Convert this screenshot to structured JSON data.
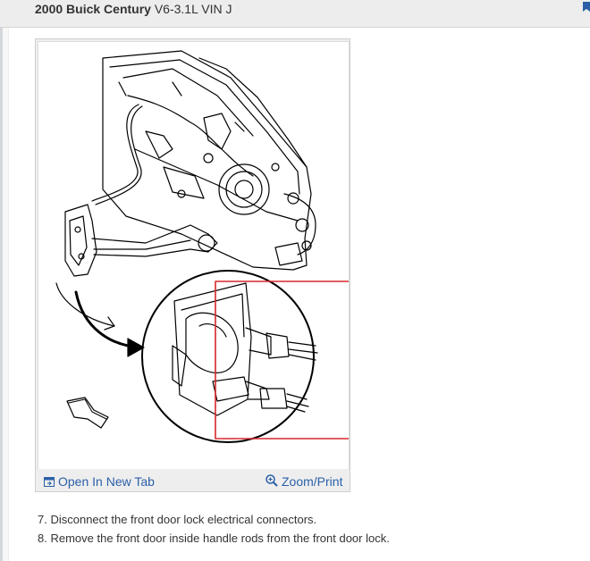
{
  "header": {
    "title_bold": "2000 Buick Century",
    "title_rest": "V6-3.1L VIN J",
    "bookmark_icon": "bookmark-icon"
  },
  "figure": {
    "image_description_icon": "door-lock-diagram",
    "open_tab_label": "Open In New Tab",
    "open_tab_icon": "open-in-new-tab-icon",
    "zoom_label": "Zoom/Print",
    "zoom_icon": "zoom-icon",
    "highlight_color": "#d9262a"
  },
  "steps": [
    "7. Disconnect the front door lock electrical connectors.",
    "8. Remove the front door inside handle rods from the front door lock."
  ],
  "colors": {
    "link": "#2b60a8",
    "header_bg": "#ededed"
  }
}
